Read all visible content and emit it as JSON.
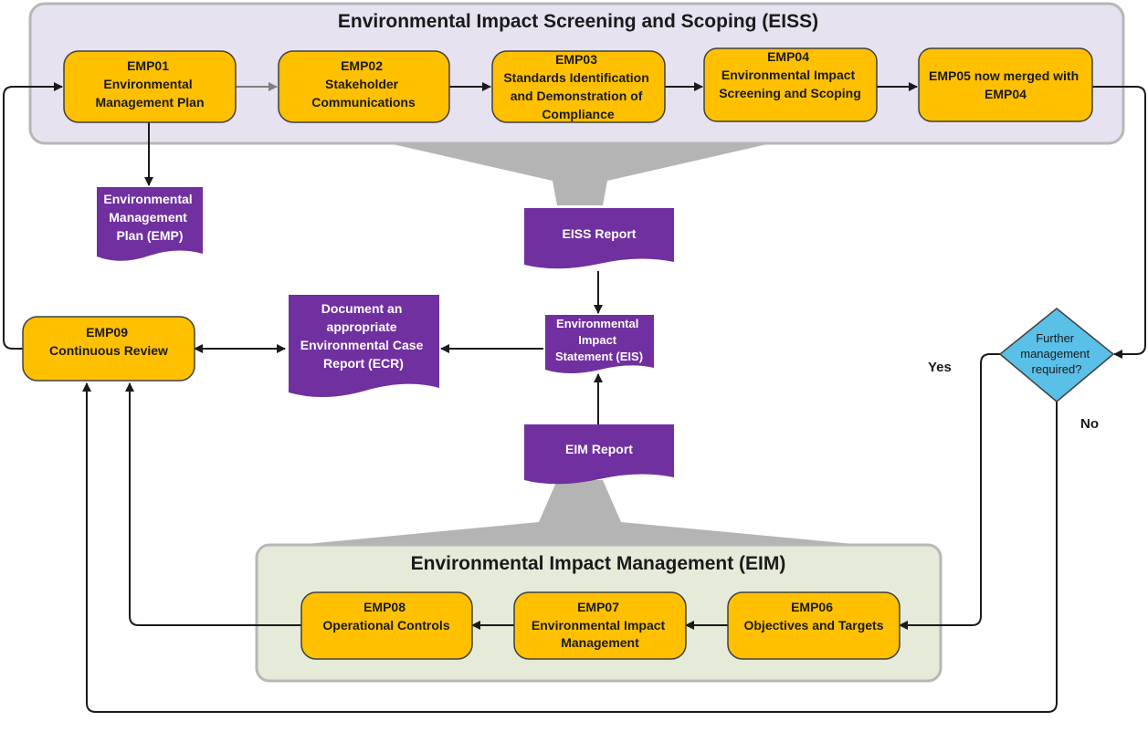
{
  "eiss": {
    "title": "Environmental Impact Screening and Scoping (EISS)",
    "emp01": [
      "EMP01",
      "Environmental",
      "Management Plan"
    ],
    "emp02": [
      "EMP02",
      "Stakeholder",
      "Communications"
    ],
    "emp03": [
      "EMP03",
      "Standards Identification",
      "and Demonstration of",
      "Compliance"
    ],
    "emp04": [
      "EMP04",
      "Environmental Impact",
      "Screening and Scoping"
    ],
    "emp05": [
      "EMP05 now merged with",
      "EMP04"
    ]
  },
  "documents": {
    "emp_plan": [
      "Environmental",
      "Management",
      "Plan (EMP)"
    ],
    "eiss_report": [
      "EISS Report"
    ],
    "eis": [
      "Environmental",
      "Impact",
      "Statement (EIS)"
    ],
    "ecr": [
      "Document an",
      "appropriate",
      "Environmental Case",
      "Report (ECR)"
    ],
    "eim_report": [
      "EIM Report"
    ]
  },
  "review": {
    "emp09": [
      "EMP09",
      "Continuous Review"
    ]
  },
  "decision": {
    "text": [
      "Further",
      "management",
      "required?"
    ],
    "yes_label": "Yes",
    "no_label": "No"
  },
  "eim": {
    "title": "Environmental Impact Management (EIM)",
    "emp06": [
      "EMP06",
      "Objectives and Targets"
    ],
    "emp07": [
      "EMP07",
      "Environmental Impact",
      "Management"
    ],
    "emp08": [
      "EMP08",
      "Operational Controls"
    ]
  },
  "colors": {
    "process_fill": "#ffc000",
    "document_fill": "#7030a0",
    "decision_fill": "#5bc0e8",
    "eiss_group_fill": "#e6e2ef",
    "eim_group_fill": "#e5ead9",
    "funnel_gray": "#b4b4b4"
  }
}
